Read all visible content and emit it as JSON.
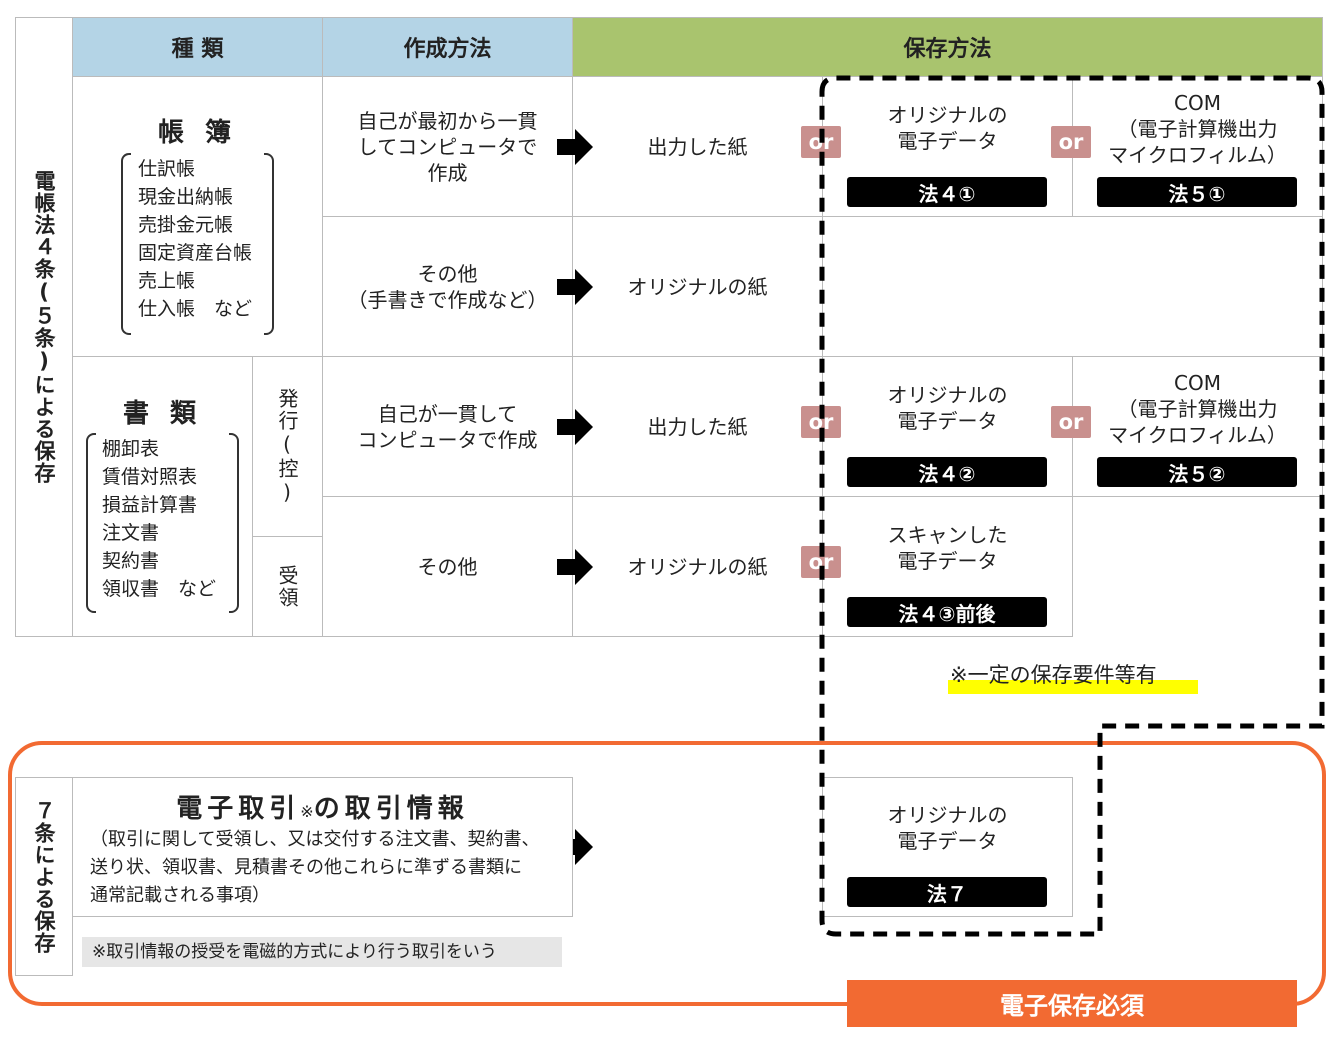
{
  "left_label_top": "電帳法４条(５条)による保存",
  "left_label_bottom": "７条による保存",
  "headers": {
    "type": "種 類",
    "method": "作成方法",
    "storage": "保存方法"
  },
  "books": {
    "title": "帳 簿",
    "items": "仕訳帳\n現金出納帳\n売掛金元帳\n固定資産台帳\n売上帳\n仕入帳　など"
  },
  "documents": {
    "title": "書 類",
    "items": "棚卸表\n賃借対照表\n損益計算書\n注文書\n契約書\n領収書　など",
    "issued": "発行(控)",
    "received": "受領"
  },
  "rows": [
    {
      "method": "自己が最初から一貫\nしてコンピュータで\n作成",
      "paper": "出力した紙"
    },
    {
      "method": "その他\n（手書きで作成など）",
      "paper": "オリジナルの紙"
    },
    {
      "method": "自己が一貫して\nコンピュータで作成",
      "paper": "出力した紙"
    },
    {
      "method": "その他",
      "paper": "オリジナルの紙"
    }
  ],
  "or_label": "or",
  "storage": {
    "orig_data": "オリジナルの\n電子データ",
    "com": "COM\n（電子計算機出力\nマイクロフィルム）",
    "scan": "スキャンした\n電子データ",
    "law_4_1": "法４①",
    "law_5_1": "法５①",
    "law_4_2": "法４②",
    "law_5_2": "法５②",
    "law_4_3": "法４③前後",
    "law_7": "法７"
  },
  "note_requirements": "※一定の保存要件等有",
  "electronic": {
    "title_a": "電子取引",
    "title_mark": "※",
    "title_b": "の取引情報",
    "desc": "（取引に関して受領し、又は交付する注文書、契約書、\n送り状、領収書、見積書その他これらに準ずる書類に\n通常記載される事項）",
    "note": "※取引情報の授受を電磁的方式により行う取引をいう"
  },
  "mandatory_label": "電子保存必須",
  "colors": {
    "header_blue": "#b4d4e6",
    "header_green": "#a9c46e",
    "or_badge": "#c9908e",
    "orange": "#f26a32",
    "highlight": "#ffff00",
    "note_bg": "#e6e6e6"
  }
}
